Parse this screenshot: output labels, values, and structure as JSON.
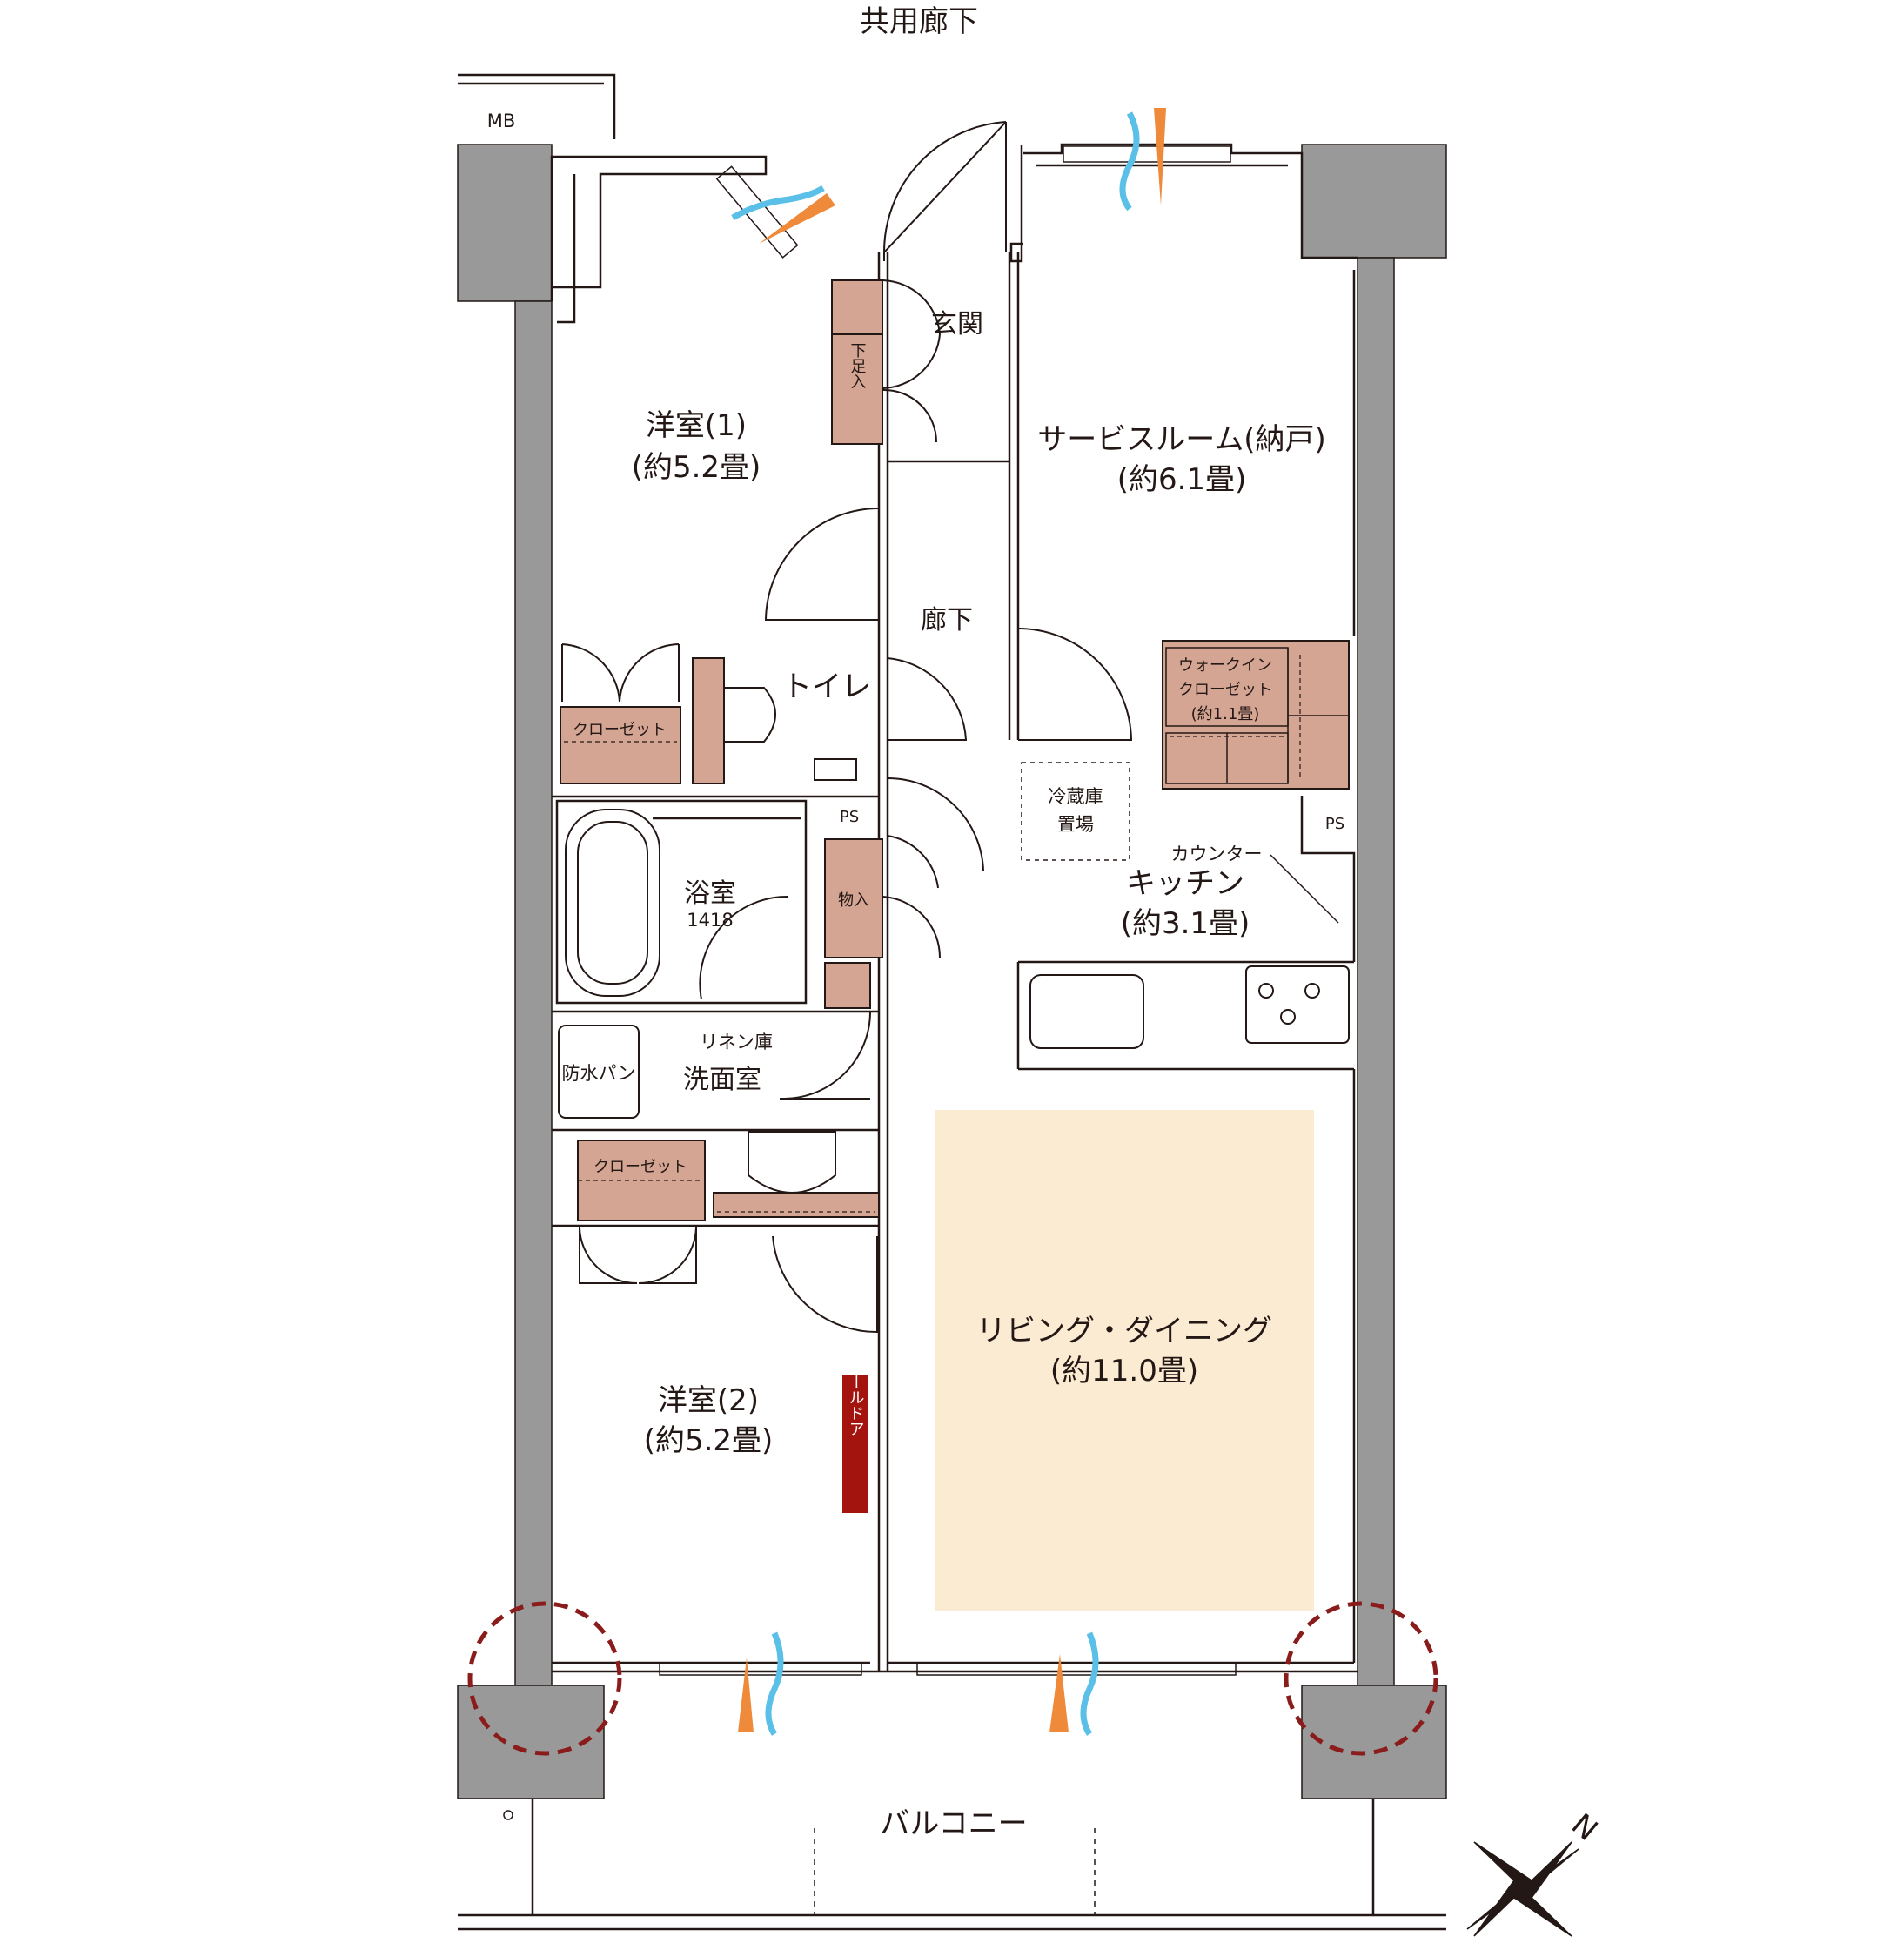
{
  "labels": {
    "corridor_common": "共用廊下",
    "mb": "MB",
    "genkan": "玄関",
    "getabako": "下足入",
    "yoshitsu1": "洋室(1)",
    "yoshitsu1_size": "(約5.2畳)",
    "service_room": "サービスルーム(納戸)",
    "service_room_size": "(約6.1畳)",
    "rouka": "廊下",
    "toilet": "トイレ",
    "closet1": "クローゼット",
    "wic1": "ウォークイン",
    "wic2": "クローゼット",
    "wic3": "(約1.1畳)",
    "ps1": "PS",
    "ps2": "PS",
    "fridge1": "冷蔵庫",
    "fridge2": "置場",
    "counter": "カウンター",
    "kitchen": "キッチン",
    "kitchen_size": "(約3.1畳)",
    "bath": "浴室",
    "bath_size": "1418",
    "mono": "物入",
    "linen": "リネン庫",
    "waterpan": "防水パン",
    "senmen": "洗面室",
    "closet2": "クローゼット",
    "ld": "リビング・ダイニング",
    "ld_size": "(約11.0畳)",
    "yoshitsu2": "洋室(2)",
    "yoshitsu2_size": "(約5.2畳)",
    "walldoor": "ウォールドア",
    "balcony": "バルコニー",
    "north": "N"
  },
  "colors": {
    "wall": "#999999",
    "storage": "#d4a593",
    "ld_floor": "#fcebd3",
    "wall_door": "#a3140f",
    "wind_blue": "#5bc0e8",
    "wind_orange": "#ee8a3a",
    "marker": "#8b1c1c"
  }
}
